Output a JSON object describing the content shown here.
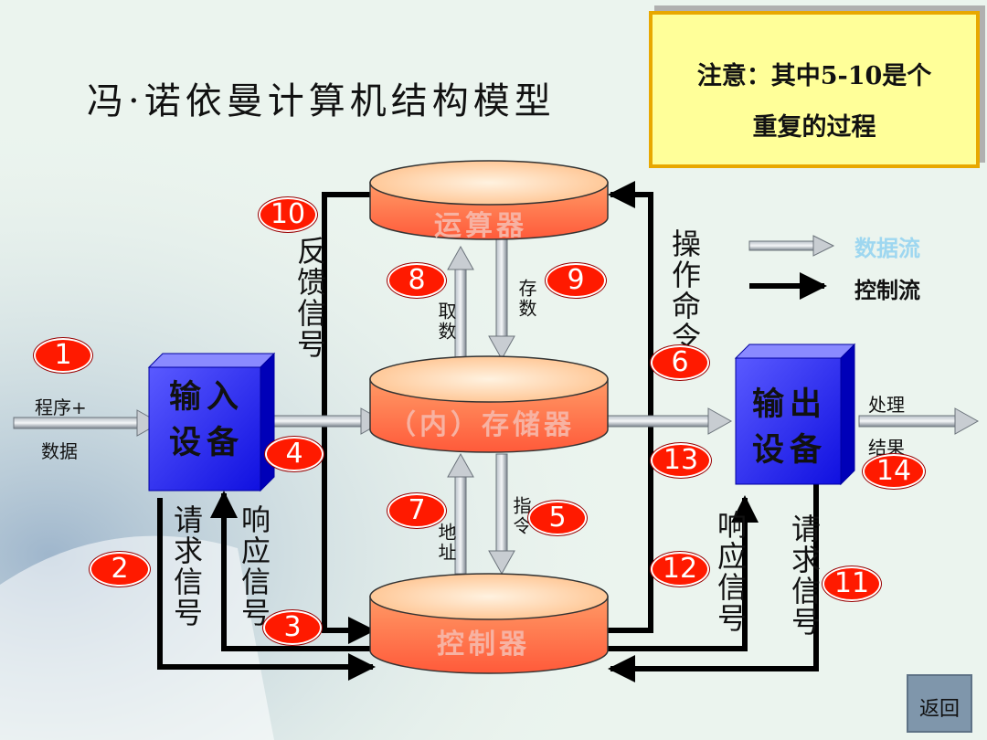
{
  "slide": {
    "title": "冯·诺依曼计算机结构模型",
    "note": [
      "注意：其中5-10是个",
      "重复的过程"
    ],
    "back_button": "返回"
  },
  "components": {
    "alu": "运算器",
    "memory": "（内）存储器",
    "controller": "控制器",
    "input_device": [
      "输入",
      "设备"
    ],
    "output_device": [
      "输出",
      "设备"
    ]
  },
  "legend": {
    "data_flow": "数据流",
    "control_flow": "控制流"
  },
  "labels": {
    "input_data": [
      "程序+",
      "数据"
    ],
    "output_result": [
      "处理",
      "结果"
    ],
    "feedback_signal": "反馈信号",
    "operation_command": "操作命令",
    "fetch_data": "取数",
    "store_data": "存数",
    "address": "地址",
    "instruction": "指令",
    "request_signal_left": "请求信号",
    "response_signal_left": "响应信号",
    "response_signal_right": "响应信号",
    "request_signal_right": "请求信号"
  },
  "steps": [
    "1",
    "2",
    "3",
    "4",
    "5",
    "6",
    "7",
    "8",
    "9",
    "10",
    "11",
    "12",
    "13",
    "14"
  ],
  "colors": {
    "badge": "#ff1a00",
    "device": "#1a1aff",
    "cylinder": "#ff7b4a",
    "note_bg": "#ffff99"
  }
}
